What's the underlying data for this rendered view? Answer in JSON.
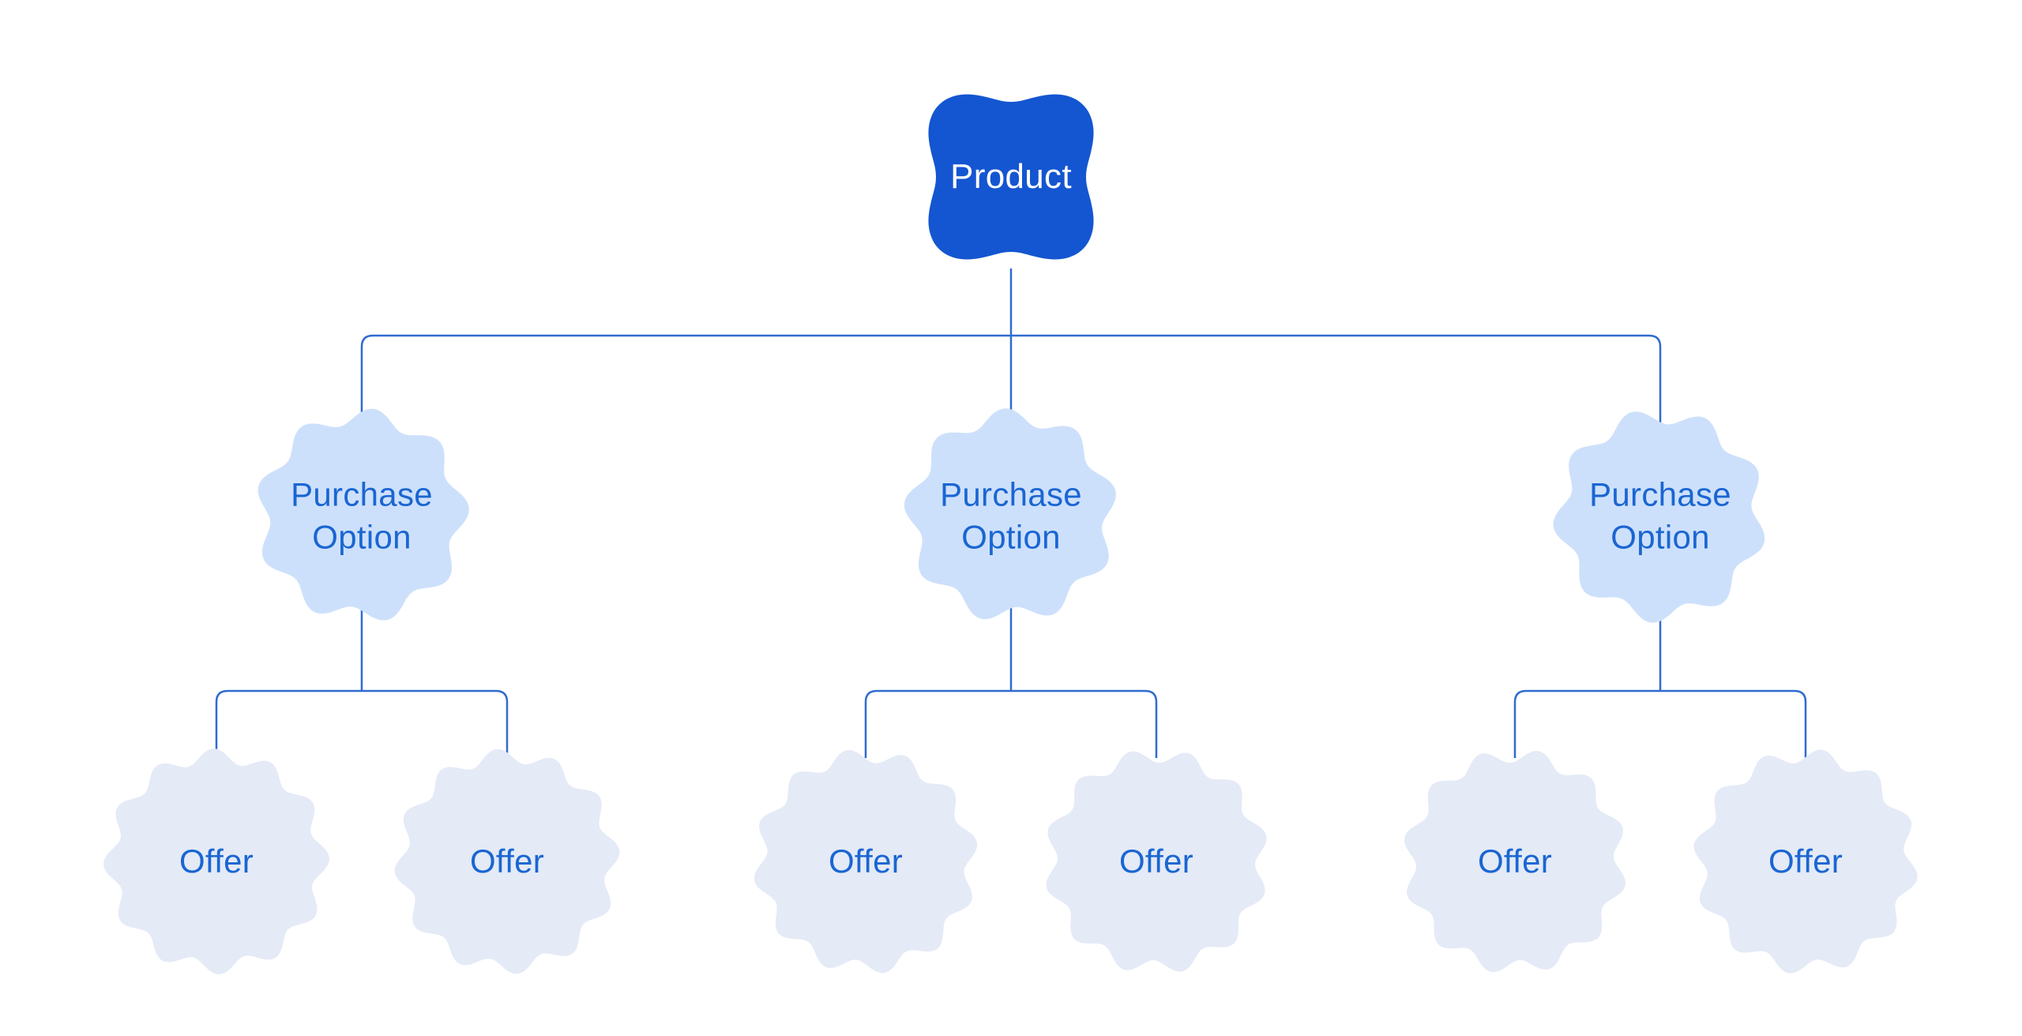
{
  "diagram": {
    "root": {
      "label": "Product"
    },
    "purchase_options": [
      {
        "label": "Purchase Option",
        "offers": [
          {
            "label": "Offer"
          },
          {
            "label": "Offer"
          }
        ]
      },
      {
        "label": "Purchase Option",
        "offers": [
          {
            "label": "Offer"
          },
          {
            "label": "Offer"
          }
        ]
      },
      {
        "label": "Purchase Option",
        "offers": [
          {
            "label": "Offer"
          },
          {
            "label": "Offer"
          }
        ]
      }
    ],
    "colors": {
      "background": "#FFFFFF",
      "root_fill": "#1456D1",
      "root_text": "#FFFFFF",
      "option_fill": "#CDE0FB",
      "option_text": "#1A66D2",
      "offer_fill": "#E4EAF6",
      "offer_text": "#1A66D2",
      "connector": "#2F6BD0"
    }
  }
}
